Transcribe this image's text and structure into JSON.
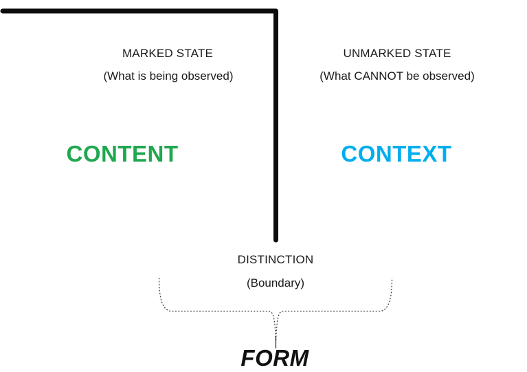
{
  "diagram": {
    "left_region": {
      "title": "MARKED STATE",
      "subtitle": "(What is being observed)",
      "label": "CONTENT",
      "label_color": "#1FA84F"
    },
    "right_region": {
      "title": "UNMARKED STATE",
      "subtitle": "(What CANNOT be observed)",
      "label": "CONTEXT",
      "label_color": "#00AEEF"
    },
    "boundary_region": {
      "title": "DISTINCTION",
      "subtitle": "(Boundary)",
      "label": "FORM",
      "label_color": "#111111"
    },
    "colors": {
      "background": "#ffffff",
      "text": "#1a1a1a",
      "mark_stroke": "#0d0d0d",
      "brace_stroke": "#3f3f3f",
      "brace_tip_stroke": "#161616"
    }
  }
}
